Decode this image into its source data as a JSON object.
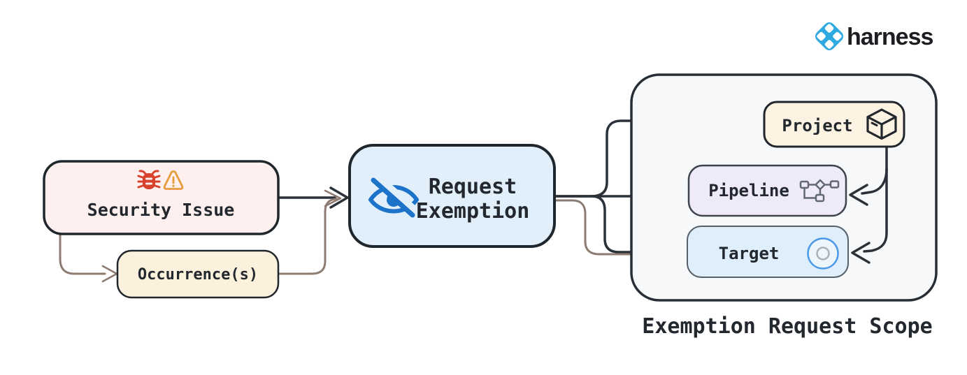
{
  "brand": {
    "name": "harness",
    "logo_color": "#2fa9e1",
    "text_color": "#1c1e21"
  },
  "diagram": {
    "nodes": {
      "security_issue": {
        "label": "Security Issue",
        "fill": "#fdf0ee",
        "icons": [
          "bug-icon",
          "warning-icon"
        ]
      },
      "occurrences": {
        "label": "Occurrence(s)",
        "fill": "#fbf1dc"
      },
      "request_exemption": {
        "line1": "Request",
        "line2": "Exemption",
        "fill": "#e1effb",
        "icon": "eye-off-icon"
      },
      "project": {
        "label": "Project",
        "fill": "#fcf3e3",
        "icon": "cube-icon"
      },
      "pipeline": {
        "label": "Pipeline",
        "fill": "#eeeafa",
        "icon": "pipeline-graph-icon"
      },
      "target": {
        "label": "Target",
        "fill": "#dfeefb",
        "icon": "target-icon"
      }
    },
    "scope_caption": "Exemption Request Scope",
    "edges": [
      {
        "from": "security_issue",
        "to": "request_exemption",
        "color": "dark"
      },
      {
        "from": "security_issue",
        "to": "occurrences",
        "color": "brown"
      },
      {
        "from": "occurrences",
        "to": "request_exemption",
        "color": "brown"
      },
      {
        "from": "request_exemption",
        "to": "project",
        "color": "dark"
      },
      {
        "from": "request_exemption",
        "to": "pipeline",
        "color": "dark"
      },
      {
        "from": "request_exemption",
        "to": "target",
        "color": "dark"
      },
      {
        "from": "occurrences",
        "to": "target",
        "color": "brown"
      },
      {
        "from": "project",
        "to": "pipeline",
        "color": "dark"
      },
      {
        "from": "project",
        "to": "target",
        "color": "dark"
      }
    ],
    "colors": {
      "edge_dark": "#2b3138",
      "edge_brown": "#8d7b72",
      "bug_red": "#d8412b",
      "warning_orange": "#e79c3e",
      "eye_blue": "#1b73ca",
      "target_ring_blue": "#4c9ae8",
      "scope_background": "#f7f8f9"
    }
  }
}
